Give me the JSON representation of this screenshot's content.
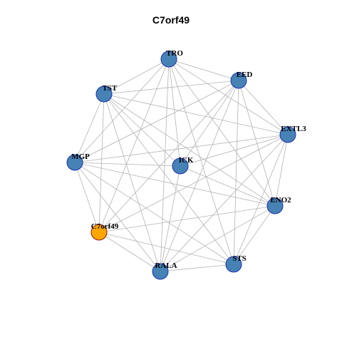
{
  "title": "C7orf49",
  "colors": {
    "node_fill": "#4682b4",
    "node_stroke": "#1c2fb8",
    "highlight_fill": "#ffa500",
    "highlight_stroke": "#8b1a1a",
    "edge": "#b3b3b3"
  },
  "nodes": [
    {
      "id": "TRO",
      "label": "TRO",
      "highlight": false
    },
    {
      "id": "EED",
      "label": "EED",
      "highlight": false
    },
    {
      "id": "TST",
      "label": "TST",
      "highlight": false
    },
    {
      "id": "EXTL3",
      "label": "EXTL3",
      "highlight": false
    },
    {
      "id": "MGP",
      "label": "MGP",
      "highlight": false
    },
    {
      "id": "ICK",
      "label": "ICK",
      "highlight": false
    },
    {
      "id": "ENO2",
      "label": "ENO2",
      "highlight": false
    },
    {
      "id": "C7orf49",
      "label": "C7orf49",
      "highlight": true
    },
    {
      "id": "RALA",
      "label": "RALA",
      "highlight": false
    },
    {
      "id": "STS",
      "label": "STS",
      "highlight": false
    }
  ],
  "edges": [
    [
      "TRO",
      "EED"
    ],
    [
      "TRO",
      "TST"
    ],
    [
      "TRO",
      "EXTL3"
    ],
    [
      "TRO",
      "MGP"
    ],
    [
      "TRO",
      "ICK"
    ],
    [
      "TRO",
      "ENO2"
    ],
    [
      "TRO",
      "C7orf49"
    ],
    [
      "TRO",
      "RALA"
    ],
    [
      "TRO",
      "STS"
    ],
    [
      "EED",
      "TST"
    ],
    [
      "EED",
      "EXTL3"
    ],
    [
      "EED",
      "MGP"
    ],
    [
      "EED",
      "ICK"
    ],
    [
      "EED",
      "ENO2"
    ],
    [
      "EED",
      "C7orf49"
    ],
    [
      "EED",
      "RALA"
    ],
    [
      "EED",
      "STS"
    ],
    [
      "TST",
      "EXTL3"
    ],
    [
      "TST",
      "MGP"
    ],
    [
      "TST",
      "ICK"
    ],
    [
      "TST",
      "ENO2"
    ],
    [
      "TST",
      "C7orf49"
    ],
    [
      "TST",
      "RALA"
    ],
    [
      "TST",
      "STS"
    ],
    [
      "EXTL3",
      "MGP"
    ],
    [
      "EXTL3",
      "ICK"
    ],
    [
      "EXTL3",
      "ENO2"
    ],
    [
      "EXTL3",
      "C7orf49"
    ],
    [
      "EXTL3",
      "RALA"
    ],
    [
      "EXTL3",
      "STS"
    ],
    [
      "MGP",
      "ICK"
    ],
    [
      "MGP",
      "ENO2"
    ],
    [
      "MGP",
      "C7orf49"
    ],
    [
      "MGP",
      "RALA"
    ],
    [
      "MGP",
      "STS"
    ],
    [
      "ICK",
      "RALA"
    ],
    [
      "ICK",
      "ENO2"
    ],
    [
      "ENO2",
      "C7orf49"
    ],
    [
      "ENO2",
      "RALA"
    ],
    [
      "ENO2",
      "STS"
    ],
    [
      "C7orf49",
      "RALA"
    ],
    [
      "C7orf49",
      "STS"
    ],
    [
      "RALA",
      "STS"
    ]
  ]
}
